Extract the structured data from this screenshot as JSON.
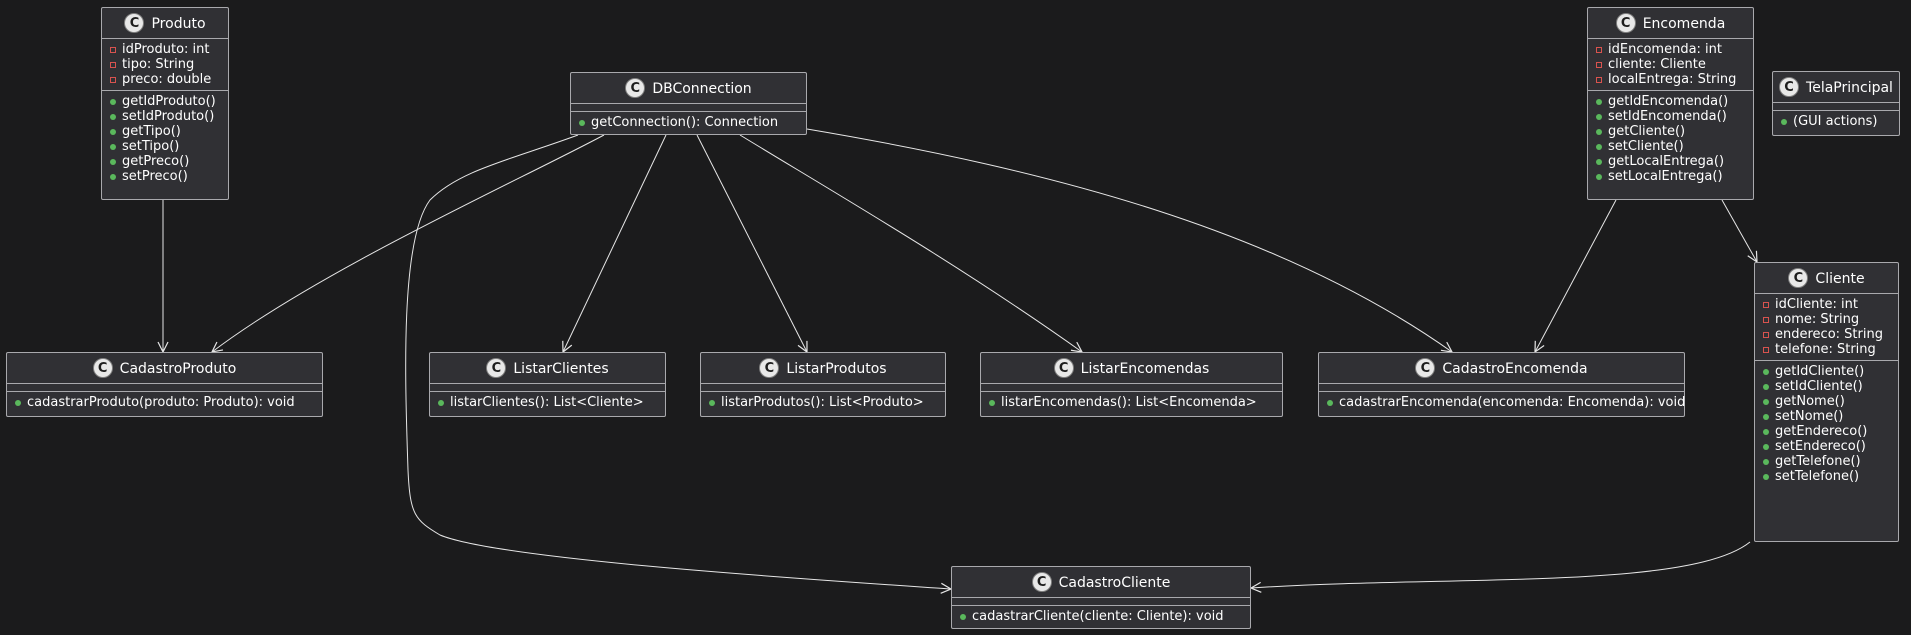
{
  "diagram": {
    "classes": {
      "produto": {
        "name": "Produto",
        "attributes": [
          "idProduto: int",
          "tipo: String",
          "preco: double"
        ],
        "methods": [
          "getIdProduto()",
          "setIdProduto()",
          "getTipo()",
          "setTipo()",
          "getPreco()",
          "setPreco()"
        ]
      },
      "dbconnection": {
        "name": "DBConnection",
        "attributes": [],
        "methods": [
          "getConnection(): Connection"
        ]
      },
      "encomenda": {
        "name": "Encomenda",
        "attributes": [
          "idEncomenda: int",
          "cliente: Cliente",
          "localEntrega: String"
        ],
        "methods": [
          "getIdEncomenda()",
          "setIdEncomenda()",
          "getCliente()",
          "setCliente()",
          "getLocalEntrega()",
          "setLocalEntrega()"
        ]
      },
      "telaprincipal": {
        "name": "TelaPrincipal",
        "attributes": [],
        "methods": [
          "(GUI actions)"
        ]
      },
      "cliente": {
        "name": "Cliente",
        "attributes": [
          "idCliente: int",
          "nome: String",
          "endereco: String",
          "telefone: String"
        ],
        "methods": [
          "getIdCliente()",
          "setIdCliente()",
          "getNome()",
          "setNome()",
          "getEndereco()",
          "setEndereco()",
          "getTelefone()",
          "setTelefone()"
        ]
      },
      "cadastroproduto": {
        "name": "CadastroProduto",
        "attributes": [],
        "methods": [
          "cadastrarProduto(produto: Produto): void"
        ]
      },
      "listarclientes": {
        "name": "ListarClientes",
        "attributes": [],
        "methods": [
          "listarClientes(): List<Cliente>"
        ]
      },
      "listarprodutos": {
        "name": "ListarProdutos",
        "attributes": [],
        "methods": [
          "listarProdutos(): List<Produto>"
        ]
      },
      "listarencomendas": {
        "name": "ListarEncomendas",
        "attributes": [],
        "methods": [
          "listarEncomendas(): List<Encomenda>"
        ]
      },
      "cadastroencomenda": {
        "name": "CadastroEncomenda",
        "attributes": [],
        "methods": [
          "cadastrarEncomenda(encomenda: Encomenda): void"
        ]
      },
      "cadastrocliente": {
        "name": "CadastroCliente",
        "attributes": [],
        "methods": [
          "cadastrarCliente(cliente: Cliente): void"
        ]
      }
    },
    "class_icon_letter": "C",
    "colors": {
      "background": "#1b1b1c",
      "class_fill": "#303034",
      "class_border": "#a9a9ad",
      "private_marker": "#d9534f",
      "public_marker": "#5ab85c",
      "arrow": "#e6e6e6"
    },
    "relations": [
      {
        "from": "Produto",
        "to": "CadastroProduto"
      },
      {
        "from": "DBConnection",
        "to": "CadastroProduto"
      },
      {
        "from": "DBConnection",
        "to": "CadastroCliente"
      },
      {
        "from": "DBConnection",
        "to": "ListarClientes"
      },
      {
        "from": "DBConnection",
        "to": "ListarProdutos"
      },
      {
        "from": "DBConnection",
        "to": "ListarEncomendas"
      },
      {
        "from": "DBConnection",
        "to": "CadastroEncomenda"
      },
      {
        "from": "Encomenda",
        "to": "CadastroEncomenda"
      },
      {
        "from": "Encomenda",
        "to": "Cliente"
      },
      {
        "from": "Cliente",
        "to": "CadastroCliente"
      }
    ]
  }
}
